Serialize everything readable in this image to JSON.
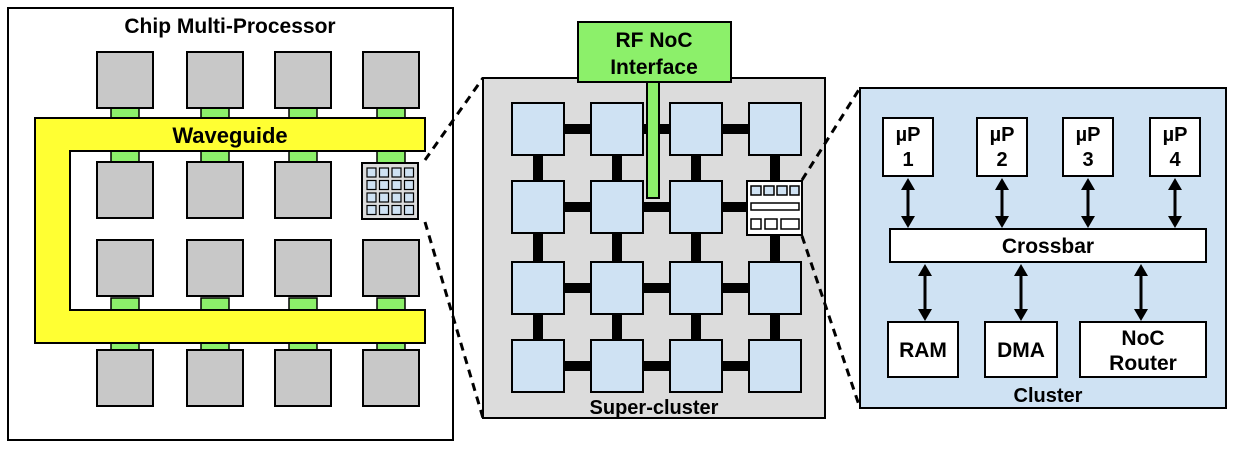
{
  "chip": {
    "title": "Chip Multi-Processor",
    "waveguide_label": "Waveguide"
  },
  "rf": {
    "line1": "RF NoC",
    "line2": "Interface"
  },
  "supercluster": {
    "title": "Super-cluster"
  },
  "cluster": {
    "title": "Cluster",
    "processors": [
      {
        "name": "µP",
        "num": "1"
      },
      {
        "name": "µP",
        "num": "2"
      },
      {
        "name": "µP",
        "num": "3"
      },
      {
        "name": "µP",
        "num": "4"
      }
    ],
    "crossbar": "Crossbar",
    "ram": "RAM",
    "dma": "DMA",
    "router_line1": "NoC",
    "router_line2": "Router"
  },
  "colors": {
    "core_gray": "#c8c8c8",
    "waveguide_yellow": "#ffff33",
    "rf_green": "#8cf06a",
    "cluster_blue": "#cfe2f3",
    "panel_gray": "#dcdcdc"
  }
}
